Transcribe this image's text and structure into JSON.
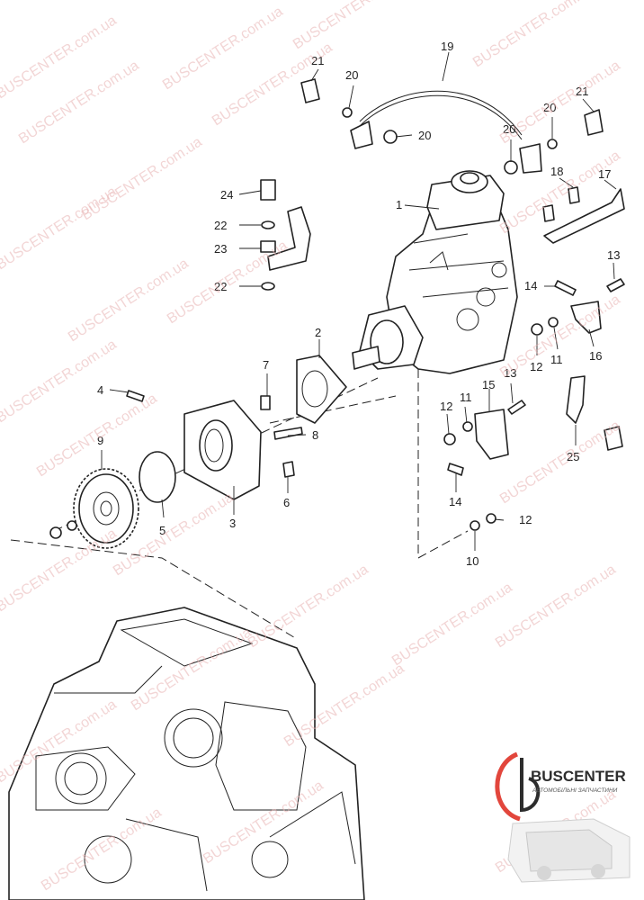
{
  "watermark": "BUSCENTER.com.ua",
  "callouts": {
    "c1": "1",
    "c2": "2",
    "c3": "3",
    "c4": "4",
    "c5": "5",
    "c6": "6",
    "c7": "7",
    "c8": "8",
    "c9": "9",
    "c10": "10",
    "c11a": "11",
    "c11b": "11",
    "c12a": "12",
    "c12b": "12",
    "c12c": "12",
    "c13a": "13",
    "c13b": "13",
    "c14a": "14",
    "c14b": "14",
    "c15": "15",
    "c16": "16",
    "c17": "17",
    "c18": "18",
    "c19": "19",
    "c20a": "20",
    "c20b": "20",
    "c20c": "20",
    "c20d": "20",
    "c21a": "21",
    "c21b": "21",
    "c22a": "22",
    "c22b": "22",
    "c23": "23",
    "c24": "24",
    "c25": "25"
  },
  "logo": {
    "brand": "BUSCENTER",
    "tagline": "АВТОМОБІЛЬНІ ЗАПЧАСТИНИ"
  },
  "colors": {
    "line": "#222222",
    "watermark": "#e9b3b3",
    "logo_red": "#e2463c"
  }
}
